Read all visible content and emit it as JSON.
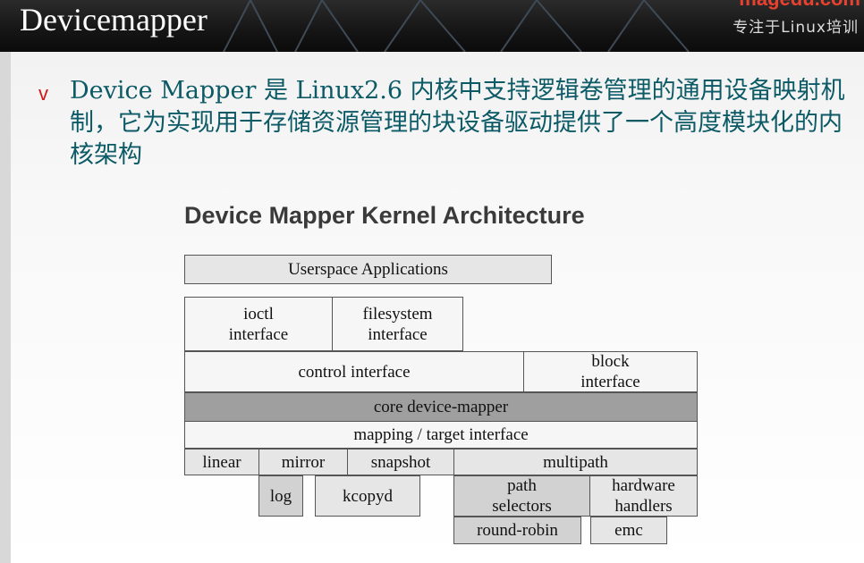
{
  "header": {
    "title": "Devicemapper",
    "brand": "magedu.com",
    "tagline": "专注于Linux培训"
  },
  "content": {
    "bullet": "v",
    "text": "Device Mapper 是 Linux2.6 内核中支持逻辑卷管理的通用设备映射机制，它为实现用于存储资源管理的块设备驱动提供了一个高度模块化的内核架构"
  },
  "diagram": {
    "title": "Device Mapper Kernel Architecture",
    "boxes": {
      "userspace": "Userspace Applications",
      "ioctl": "ioctl\ninterface",
      "filesystem": "filesystem\ninterface",
      "control": "control interface",
      "block": "block\ninterface",
      "core": "core device-mapper",
      "mapping": "mapping / target interface",
      "linear": "linear",
      "mirror": "mirror",
      "snapshot": "snapshot",
      "multipath": "multipath",
      "log": "log",
      "kcopyd": "kcopyd",
      "path_selectors": "path\nselectors",
      "hardware_handlers": "hardware\nhandlers",
      "round_robin": "round-robin",
      "emc": "emc"
    }
  }
}
